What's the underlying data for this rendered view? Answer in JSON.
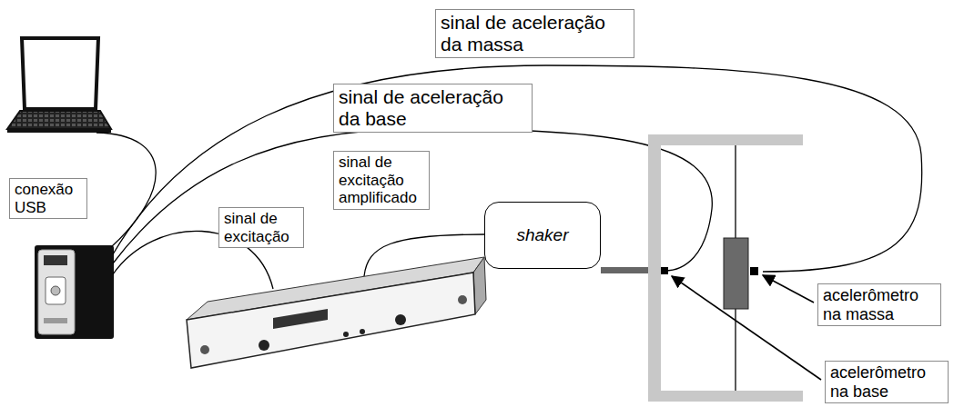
{
  "diagram": {
    "nodes": [
      {
        "text": [
          "sinal de aceleração da massa"
        ]
      },
      {
        "text": [
          "sinal de aceleração da base"
        ]
      },
      {
        "text": [
          "conexão USB"
        ]
      },
      {
        "text": [
          "sinal de excitação"
        ]
      },
      {
        "text": [
          "sinal de excitação amplificado"
        ]
      },
      {
        "text": [
          "shaker"
        ]
      },
      {
        "text": [
          "acelerômetro na massa"
        ]
      },
      {
        "text": [
          "acelerômetro na base"
        ]
      }
    ]
  }
}
